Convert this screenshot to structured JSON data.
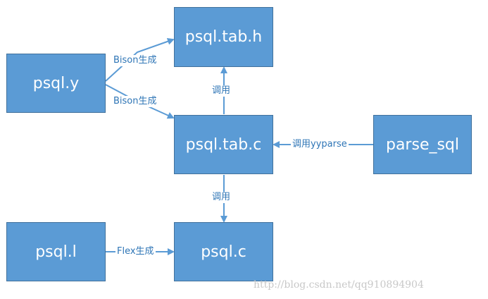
{
  "nodes": {
    "psql_tab_h": "psql.tab.h",
    "psql_y": "psql.y",
    "psql_tab_c": "psql.tab.c",
    "parse_sql": "parse_sql",
    "psql_l": "psql.l",
    "psql_c": "psql.c"
  },
  "edges": {
    "y_to_h": "Bison生成",
    "y_to_c": "Bison生成",
    "c_to_h": "调用",
    "parse_to_c": "调用yyparse",
    "tabc_to_psqlc": "调用",
    "l_to_c": "Flex生成"
  },
  "watermark": "http://blog.csdn.net/qq910894904",
  "colors": {
    "node_fill": "#5b9bd5",
    "node_border": "#41719c",
    "edge": "#5b9bd5",
    "label": "#2e75b6"
  }
}
